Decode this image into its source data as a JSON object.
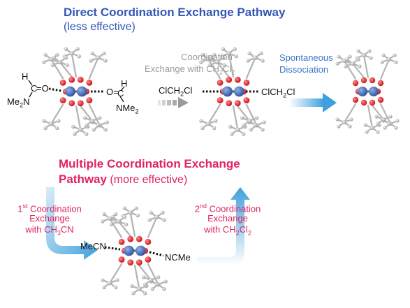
{
  "top": {
    "title": "Direct Coordination Exchange Pathway",
    "subtitle": "(less effective)",
    "step1": {
      "line1": "Coordination",
      "line2_pre": "Exchange with CH",
      "line2_sub": "2",
      "line2_post": "Cl",
      "line2_sub2": "2"
    },
    "step2": {
      "line1": "Spontaneous",
      "line2": "Dissociation"
    },
    "ligand_h": "H",
    "ligand_c": "C",
    "ligand_o": "=O",
    "ligand_o2": "O=",
    "ligand_n_left": "Me",
    "ligand_n_left_sub": "2",
    "ligand_n_left_post": "N",
    "ligand_n_right": "NMe",
    "ligand_n_right_sub": "2",
    "dcm_left_pre": "ClCH",
    "dcm_left_sub": "2",
    "dcm_left_post": "Cl",
    "dcm_right_pre": "ClCH",
    "dcm_right_sub": "2",
    "dcm_right_post": "Cl"
  },
  "bottom": {
    "title_line1": "Multiple Coordination Exchange",
    "title_line2_bold": "Pathway",
    "title_line2_rest": " (more effective)",
    "first": {
      "num": "1",
      "sup": "st",
      "line1": " Coordination",
      "line2": "Exchange",
      "line3_pre": "with CH",
      "line3_sub": "3",
      "line3_post": "CN"
    },
    "second": {
      "num": "2",
      "sup": "nd",
      "line1": " Coordination",
      "line2": "Exchange",
      "line3_pre": "with CH",
      "line3_sub": "2",
      "line3_post": "Cl",
      "line3_sub2": "2"
    },
    "mecn": "MeCN",
    "ncme": "NCMe"
  },
  "colors": {
    "blue_title": "#3357b5",
    "pink": "#e0235f",
    "gray_arrow": "#a6a6a6",
    "blue_arrow": "#4ea8de",
    "metal": "#3b5fa8",
    "oxygen": "#e8121a",
    "carbon": "#bdbdbd"
  }
}
